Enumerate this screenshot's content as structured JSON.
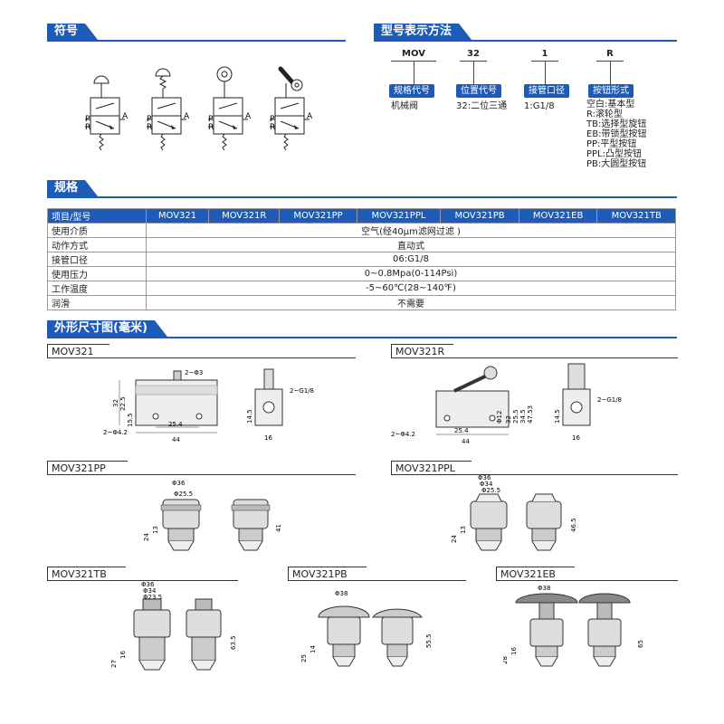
{
  "sections": {
    "symbol": "符号",
    "model": "型号表示方法",
    "spec": "规格",
    "dims": "外形尺寸图(毫米)"
  },
  "symbol_labels": {
    "p": "P",
    "r": "R",
    "a": "A"
  },
  "model_code": {
    "codes": [
      "MOV",
      "32",
      "1",
      "R"
    ],
    "tags": [
      "规格代号",
      "位置代号",
      "接管口径",
      "按钮形式"
    ],
    "desc1": "机械阀",
    "desc2": "32:二位三通",
    "desc3": "1:G1/8",
    "desc4": [
      "空白:基本型",
      "R:滚轮型",
      "TB:选择型旋钮",
      "EB:带锁型按钮",
      "PP:平型按钮",
      "PPL:凸型按钮",
      "PB:大圆型按钮"
    ]
  },
  "spec_table": {
    "header": [
      "项目/型号",
      "MOV321",
      "MOV321R",
      "MOV321PP",
      "MOV321PPL",
      "MOV321PB",
      "MOV321EB",
      "MOV321TB"
    ],
    "rows": [
      {
        "label": "使用介质",
        "value": "空气(经40μm滤网过滤 )"
      },
      {
        "label": "动作方式",
        "value": "直动式"
      },
      {
        "label": "接管口径",
        "value": "06:G1/8"
      },
      {
        "label": "使用压力",
        "value": "0~0.8Mpa(0-114Psi)"
      },
      {
        "label": "工作温度",
        "value": "-5~60℃(28~140℉)"
      },
      {
        "label": "润滑",
        "value": "不需要"
      }
    ]
  },
  "drawings": {
    "mov321": {
      "title": "MOV321",
      "d1": "2~Φ3",
      "d2": "2~G1/8",
      "d3": "32",
      "d4": "22.5",
      "d5": "15.5",
      "d6": "2~Φ4.2",
      "d7": "25.4",
      "d8": "44",
      "d9": "14.5",
      "d10": "16"
    },
    "mov321r": {
      "title": "MOV321R",
      "d1": "Φ12",
      "d2": "32",
      "d3": "25.5",
      "d4": "34.5",
      "d5": "47.53",
      "d6": "2~G1/8",
      "d7": "2~Φ4.2",
      "d8": "25.4",
      "d9": "44",
      "d10": "14.5",
      "d11": "16"
    },
    "mov321pp": {
      "title": "MOV321PP",
      "d1": "Φ36",
      "d2": "Φ25.5",
      "d3": "24",
      "d4": "13",
      "d5": "41"
    },
    "mov321ppl": {
      "title": "MOV321PPL",
      "d1": "Φ36",
      "d2": "Φ34",
      "d3": "Φ25.5",
      "d4": "24",
      "d5": "13",
      "d6": "46.5"
    },
    "mov321tb": {
      "title": "MOV321TB",
      "d1": "Φ36",
      "d2": "Φ34",
      "d3": "Φ23.5",
      "d4": "27",
      "d5": "16",
      "d6": "63.5"
    },
    "mov321pb": {
      "title": "MOV321PB",
      "d1": "Φ38",
      "d2": "25",
      "d3": "14",
      "d4": "55.5"
    },
    "mov321eb": {
      "title": "MOV321EB",
      "d1": "Φ38",
      "d2": "28",
      "d3": "16",
      "d4": "65"
    }
  },
  "colors": {
    "accent": "#1e5bb8"
  }
}
